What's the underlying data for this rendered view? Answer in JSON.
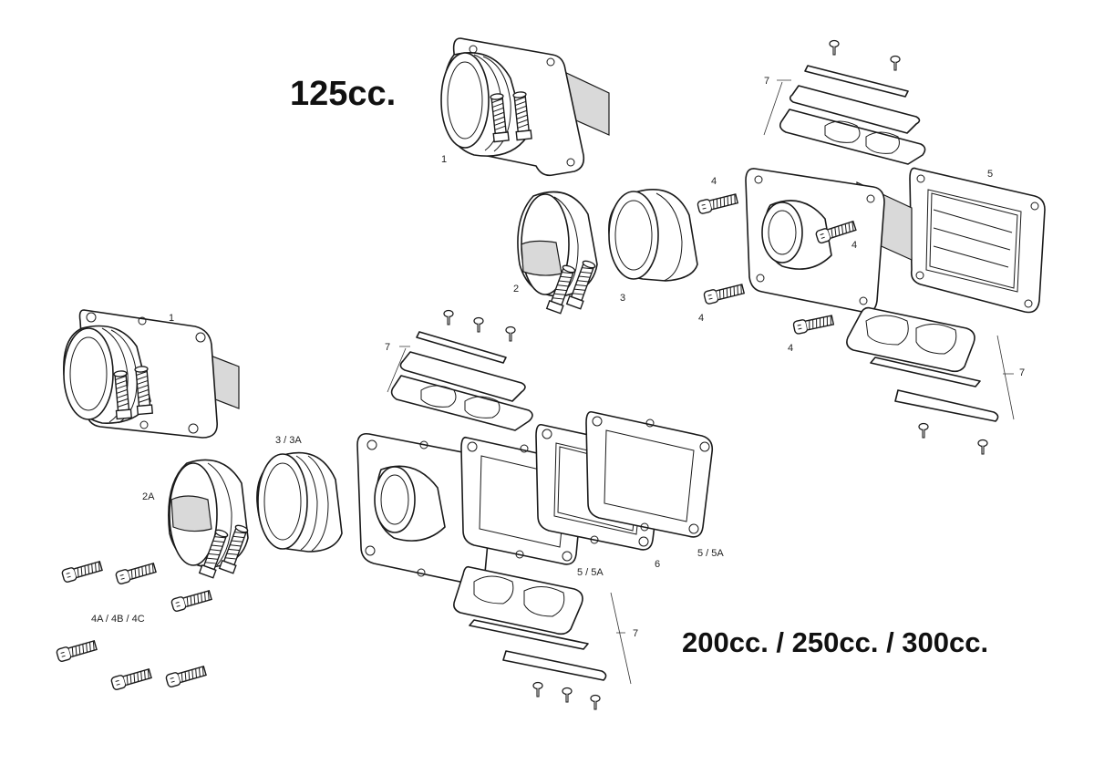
{
  "headings": {
    "small": "125cc.",
    "large": "200cc. / 250cc. / 300cc."
  },
  "labels": {
    "l_1_top": "1",
    "l_2_top": "2",
    "l_3_top": "3",
    "l_4_a": "4",
    "l_4_b": "4",
    "l_4_c": "4",
    "l_4_d": "4",
    "l_5_top": "5",
    "l_7_top": "7",
    "l_7_mid": "7",
    "l_1_bot": "1",
    "l_2a": "2A",
    "l_3_3a": "3 / 3A",
    "l_4abc": "4A / 4B / 4C",
    "l_7_bot_left": "7",
    "l_55a_a": "5 / 5A",
    "l_6": "6",
    "l_55a_b": "5 / 5A",
    "l_7_bot": "7"
  }
}
